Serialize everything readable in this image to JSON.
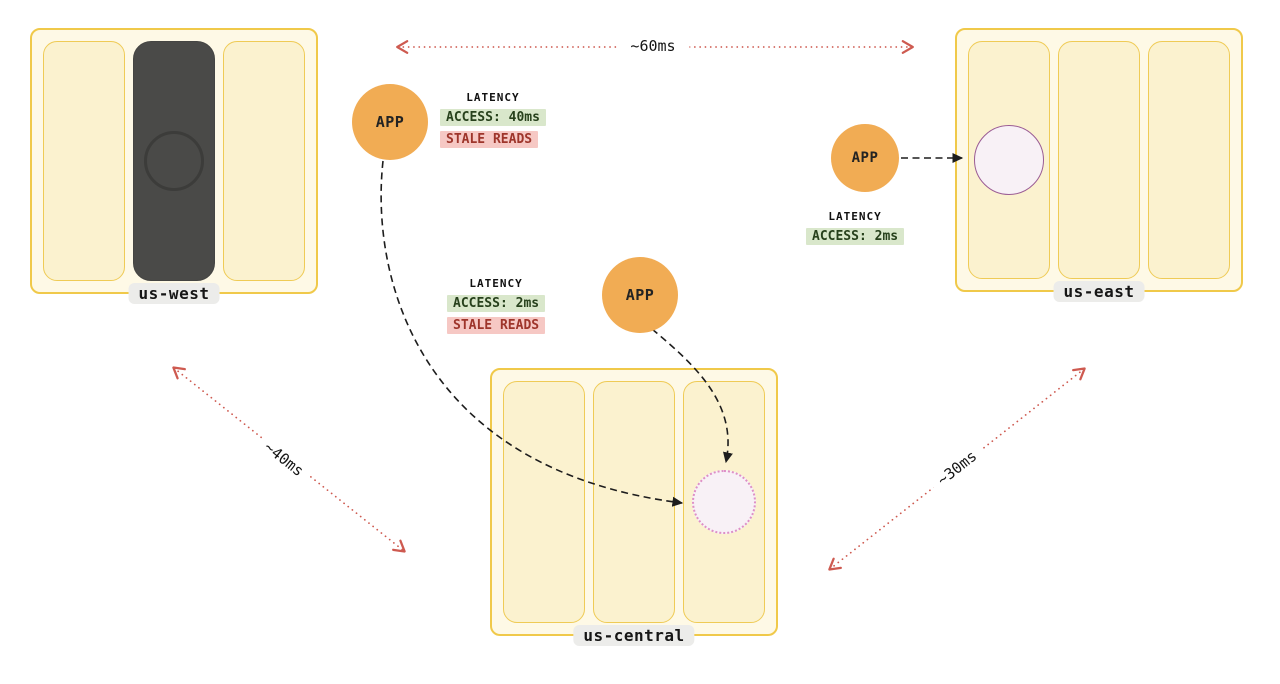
{
  "regions": {
    "west": {
      "label": "us-west"
    },
    "central": {
      "label": "us-central"
    },
    "east": {
      "label": "us-east"
    }
  },
  "apps": {
    "west_client": {
      "label": "APP"
    },
    "central_client": {
      "label": "APP"
    },
    "east_client": {
      "label": "APP"
    }
  },
  "latency": {
    "west_client": {
      "title": "LATENCY",
      "access": "ACCESS: 40ms",
      "stale": "STALE READS"
    },
    "central_client": {
      "title": "LATENCY",
      "access": "ACCESS: 2ms",
      "stale": "STALE READS"
    },
    "east_client": {
      "title": "LATENCY",
      "access": "ACCESS: 2ms"
    }
  },
  "links": {
    "west_east": {
      "label": "~60ms"
    },
    "west_central": {
      "label": "~40ms"
    },
    "central_east": {
      "label": "~30ms"
    }
  },
  "colors": {
    "region_border": "#F0C94A",
    "region_fill": "#FEF9E6",
    "node_fill": "#FBF2CF",
    "down_node": "#4A4A48",
    "app_fill": "#F1AC54",
    "latency_ok_bg": "#D9E7CB",
    "latency_ok_text": "#27411C",
    "stale_bg": "#F6C8C4",
    "stale_text": "#9E352B",
    "link_line": "#CE5A50",
    "replica_stroke": "#9A5B94",
    "replica_dotted_stroke": "#DE8FC7",
    "replica_fill": "#F8F1F6"
  }
}
